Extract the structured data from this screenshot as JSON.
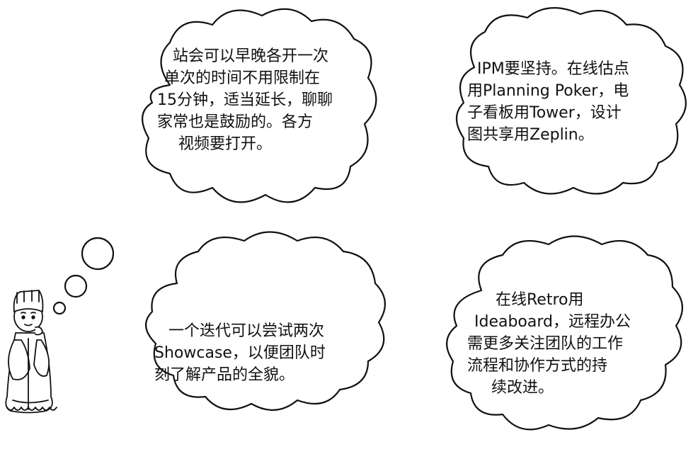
{
  "colors": {
    "ink": "#111111",
    "background": "#ffffff"
  },
  "figure": {
    "icon": "thinking-scholar-icon"
  },
  "clouds": [
    {
      "lines": [
        "站会可以早晚各开一次",
        "单次的时间不用限制在",
        "15分钟，适当延长，聊聊",
        "家常也是鼓励的。各方",
        "视频要打开。"
      ]
    },
    {
      "lines": [
        "IPM要坚持。在线估点",
        "用Planning Poker，电",
        "子看板用Tower，设计",
        "图共享用Zeplin。"
      ]
    },
    {
      "lines": [
        "一个迭代可以尝试两次",
        "Showcase，以便团队时",
        "刻了解产品的全貌。"
      ]
    },
    {
      "lines": [
        "在线Retro用",
        "Ideaboard，远程办公",
        "需更多关注团队的工作",
        "流程和协作方式的持",
        "续改进。"
      ]
    }
  ]
}
